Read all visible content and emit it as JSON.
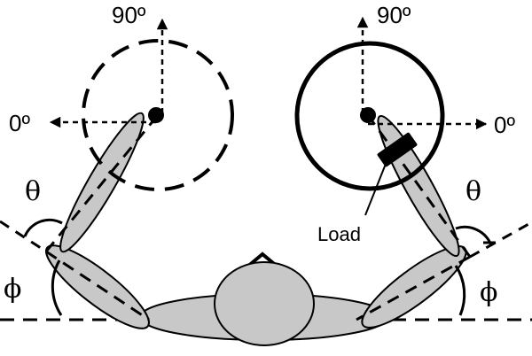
{
  "labels": {
    "left_angle_90": "90º",
    "left_angle_0": "0º",
    "right_angle_90": "90º",
    "right_angle_0": "0º",
    "theta_left": "θ",
    "theta_right": "θ",
    "phi_left": "ϕ",
    "phi_right": "ϕ",
    "load": "Load"
  },
  "colors": {
    "segment_fill": "#c8c8c8",
    "stroke": "#000000"
  }
}
